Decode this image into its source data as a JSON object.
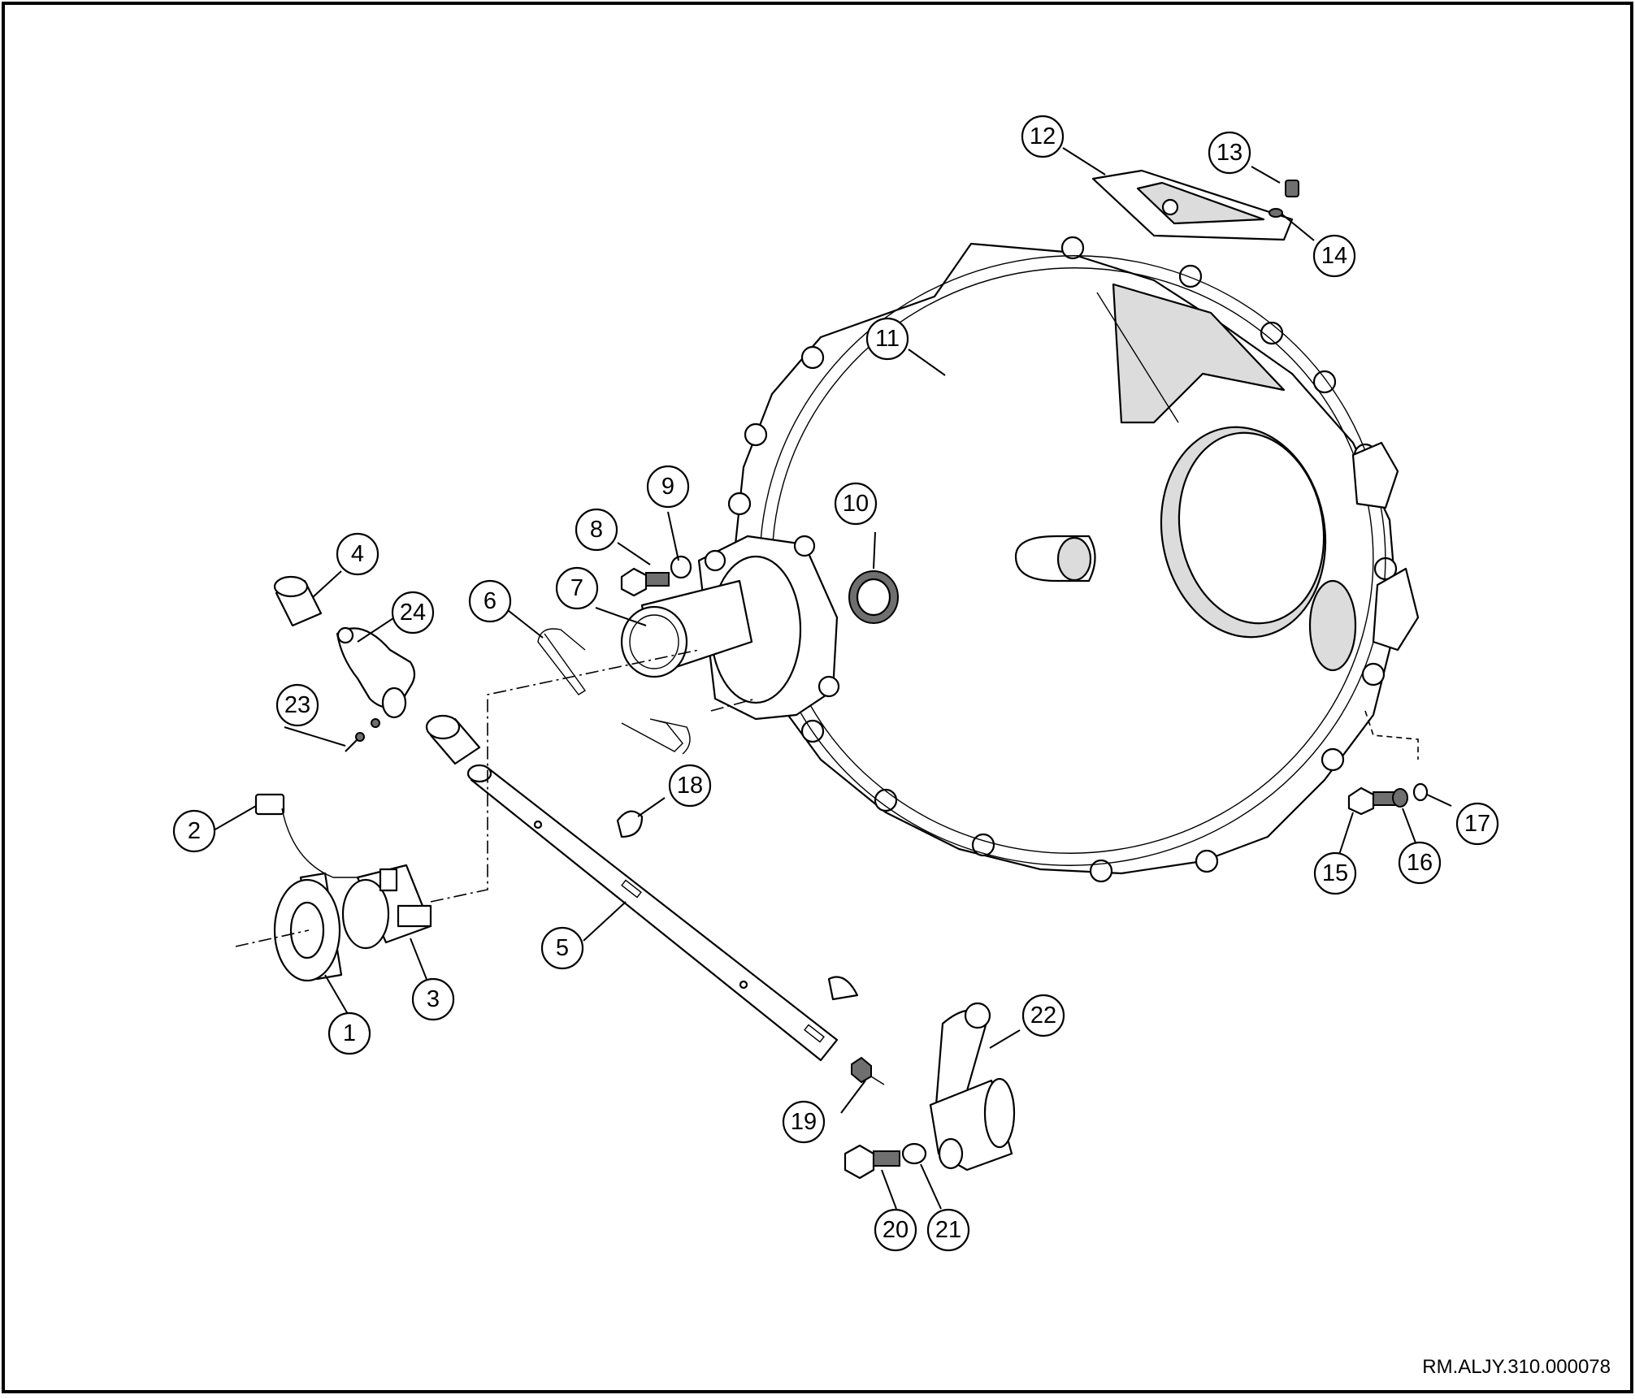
{
  "reference_code": "RM.ALJY.310.000078",
  "callouts": [
    "1",
    "2",
    "3",
    "4",
    "5",
    "6",
    "7",
    "8",
    "9",
    "10",
    "11",
    "12",
    "13",
    "14",
    "15",
    "16",
    "17",
    "18",
    "19",
    "20",
    "21",
    "22",
    "23",
    "24"
  ]
}
